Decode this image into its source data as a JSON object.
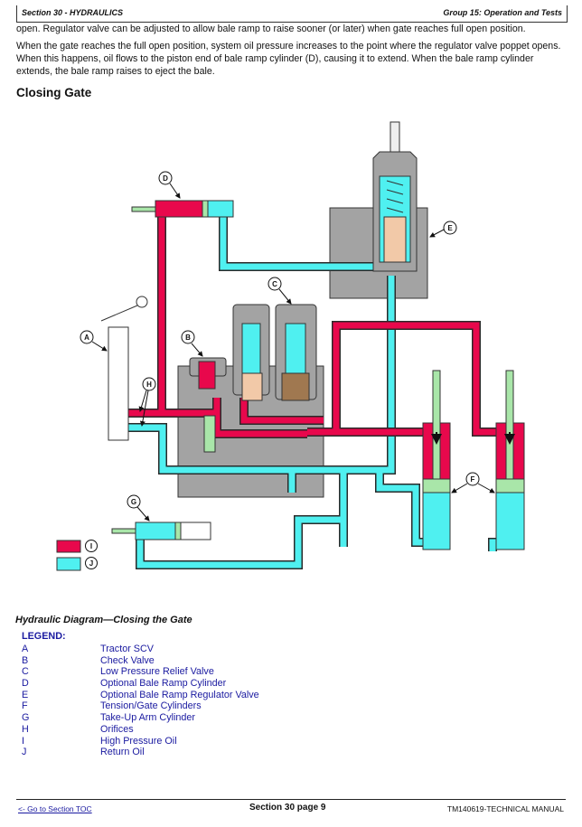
{
  "header": {
    "section": "Section 30 - HYDRAULICS",
    "group": "Group 15: Operation and Tests"
  },
  "body": {
    "para1": "open. Regulator valve can be adjusted to allow bale ramp to raise sooner (or later) when gate reaches full open position.",
    "para2": "When the gate reaches the full open position, system oil pressure increases to the point where the regulator valve poppet opens. When this happens, oil flows to the piston end of bale ramp cylinder (D), causing it to extend. When the bale ramp cylinder extends, the bale ramp raises to eject the bale.",
    "heading": "Closing Gate"
  },
  "diagram": {
    "labels": {
      "A": "A",
      "B": "B",
      "C": "C",
      "D": "D",
      "E": "E",
      "F": "F",
      "G": "G",
      "H": "H",
      "I": "I",
      "J": "J"
    },
    "colors": {
      "high_pressure": "#e8084c",
      "return": "#4ff0f0",
      "body": "#a3a3a3",
      "piston": "#a9e6a9",
      "outline": "#2a2a2a"
    }
  },
  "caption": "Hydraulic Diagram—Closing the Gate",
  "legend": {
    "title": "LEGEND:",
    "items": [
      {
        "key": "A",
        "label": "Tractor SCV"
      },
      {
        "key": "B",
        "label": "Check Valve"
      },
      {
        "key": "C",
        "label": "Low Pressure Relief Valve"
      },
      {
        "key": "D",
        "label": "Optional Bale Ramp Cylinder"
      },
      {
        "key": "E",
        "label": "Optional Bale Ramp Regulator Valve"
      },
      {
        "key": "F",
        "label": "Tension/Gate Cylinders"
      },
      {
        "key": "G",
        "label": "Take-Up Arm Cylinder"
      },
      {
        "key": "H",
        "label": "Orifices"
      },
      {
        "key": "I",
        "label": "High Pressure Oil"
      },
      {
        "key": "J",
        "label": "Return Oil"
      }
    ]
  },
  "footer": {
    "toc_link": "<- Go to Section TOC",
    "page": "Section 30 page 9",
    "manual": "TM140619-TECHNICAL MANUAL"
  }
}
